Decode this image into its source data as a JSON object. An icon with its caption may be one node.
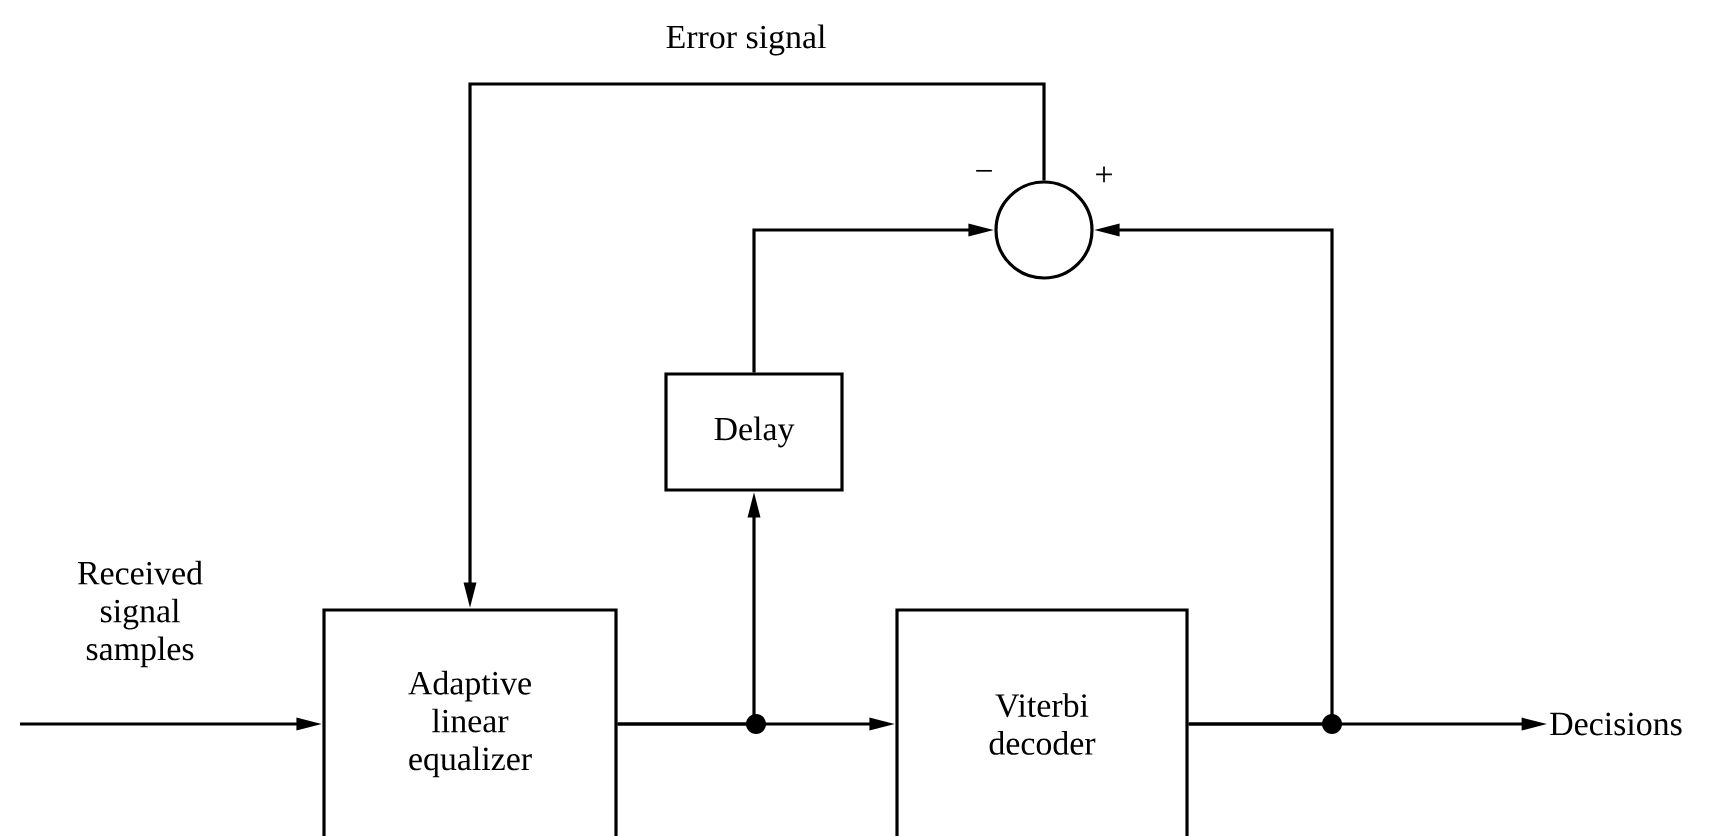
{
  "diagram": {
    "nodes": [
      {
        "text": [
          "Adaptive linear equalizer"
        ]
      },
      {
        "text": [
          "Delay"
        ]
      },
      {
        "text": [
          "Viterbi decoder"
        ]
      },
      {
        "text": [],
        "shape": "circle",
        "beside": [
          "−",
          "+"
        ]
      },
      {
        "text": [
          "Decisions"
        ]
      }
    ],
    "edges": [
      {
        "from": null,
        "to": 0,
        "arrow": "to"
      },
      {
        "from": 0,
        "to": 2,
        "arrow": "to"
      },
      {
        "from": 0,
        "to": 1,
        "arrow": "to"
      },
      {
        "from": 1,
        "to": 3,
        "arrow": "to"
      },
      {
        "from": 2,
        "to": 3,
        "arrow": "to"
      },
      {
        "from": 2,
        "to": 4,
        "arrow": "to"
      },
      {
        "from": 3,
        "to": 0,
        "arrow": "to",
        "label": "Error signal"
      }
    ],
    "labels": [
      "Received signal samples"
    ]
  }
}
